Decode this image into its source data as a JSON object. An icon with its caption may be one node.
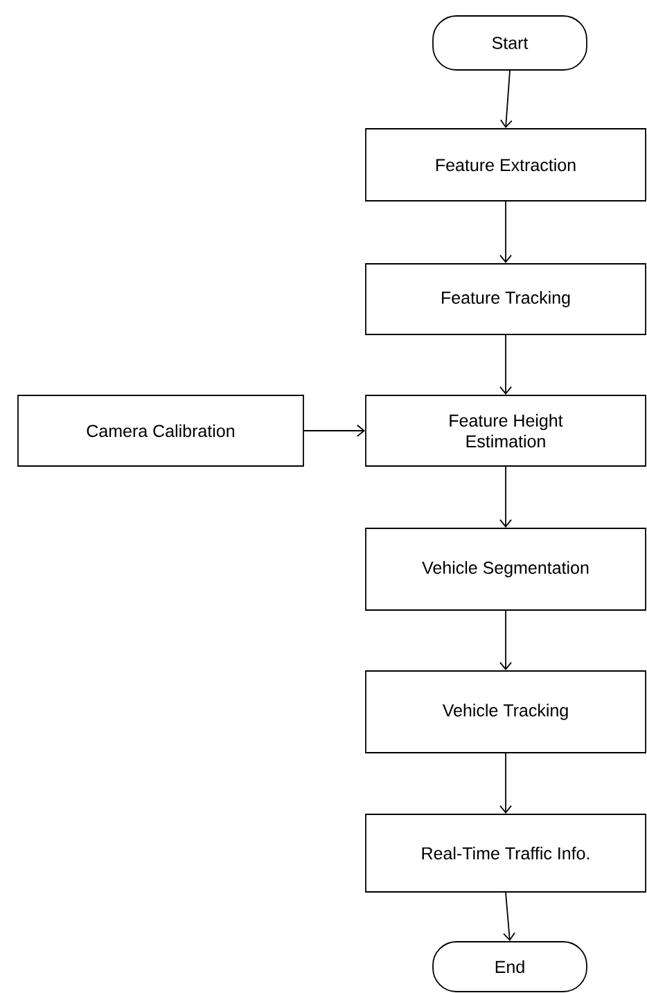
{
  "diagram": {
    "nodes": [
      {
        "text": [
          "Start"
        ]
      },
      {
        "text": [
          "Feature Extraction"
        ]
      },
      {
        "text": [
          "Feature Tracking"
        ]
      },
      {
        "text": [
          "Camera Calibration"
        ]
      },
      {
        "text": [
          "Feature Height Estimation"
        ]
      },
      {
        "text": [
          "Vehicle Segmentation"
        ]
      },
      {
        "text": [
          "Vehicle Tracking"
        ]
      },
      {
        "text": [
          "Real-Time Traffic Info."
        ]
      },
      {
        "text": [
          "End"
        ]
      }
    ],
    "edges": [
      {
        "from": 0,
        "to": 1,
        "arrow": "to"
      },
      {
        "from": 1,
        "to": 2,
        "arrow": "to"
      },
      {
        "from": 2,
        "to": 4,
        "arrow": "to"
      },
      {
        "from": 3,
        "to": 4,
        "arrow": "to"
      },
      {
        "from": 4,
        "to": 5,
        "arrow": "to"
      },
      {
        "from": 5,
        "to": 6,
        "arrow": "to"
      },
      {
        "from": 6,
        "to": 7,
        "arrow": "to"
      },
      {
        "from": 7,
        "to": 8,
        "arrow": "to"
      }
    ]
  }
}
